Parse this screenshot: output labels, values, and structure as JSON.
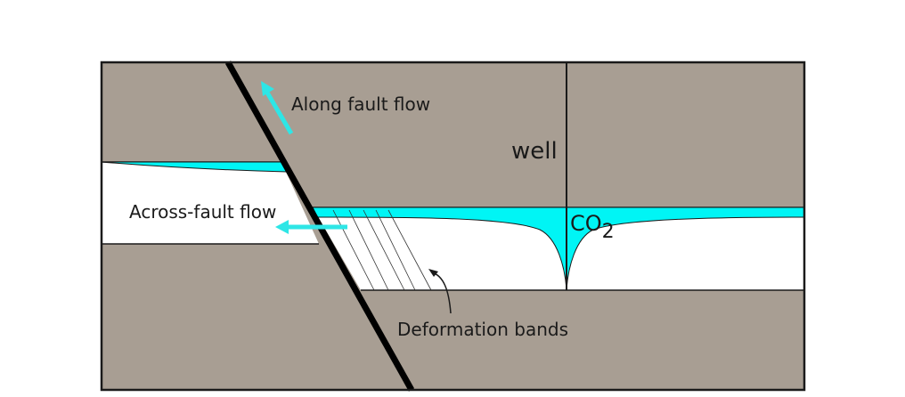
{
  "labels": {
    "along_fault_flow": "Along fault flow",
    "across_fault_flow": "Across-fault flow",
    "well": "well",
    "co2_main": "CO",
    "co2_subscript": "2",
    "deformation_bands": "Deformation bands"
  },
  "colors": {
    "rock": "#a89e93",
    "reservoir": "#ffffff",
    "co2": "#00f5f5",
    "flow_arrow": "#2ee6e6",
    "fault": "#000000",
    "outline": "#1a1a1a"
  }
}
